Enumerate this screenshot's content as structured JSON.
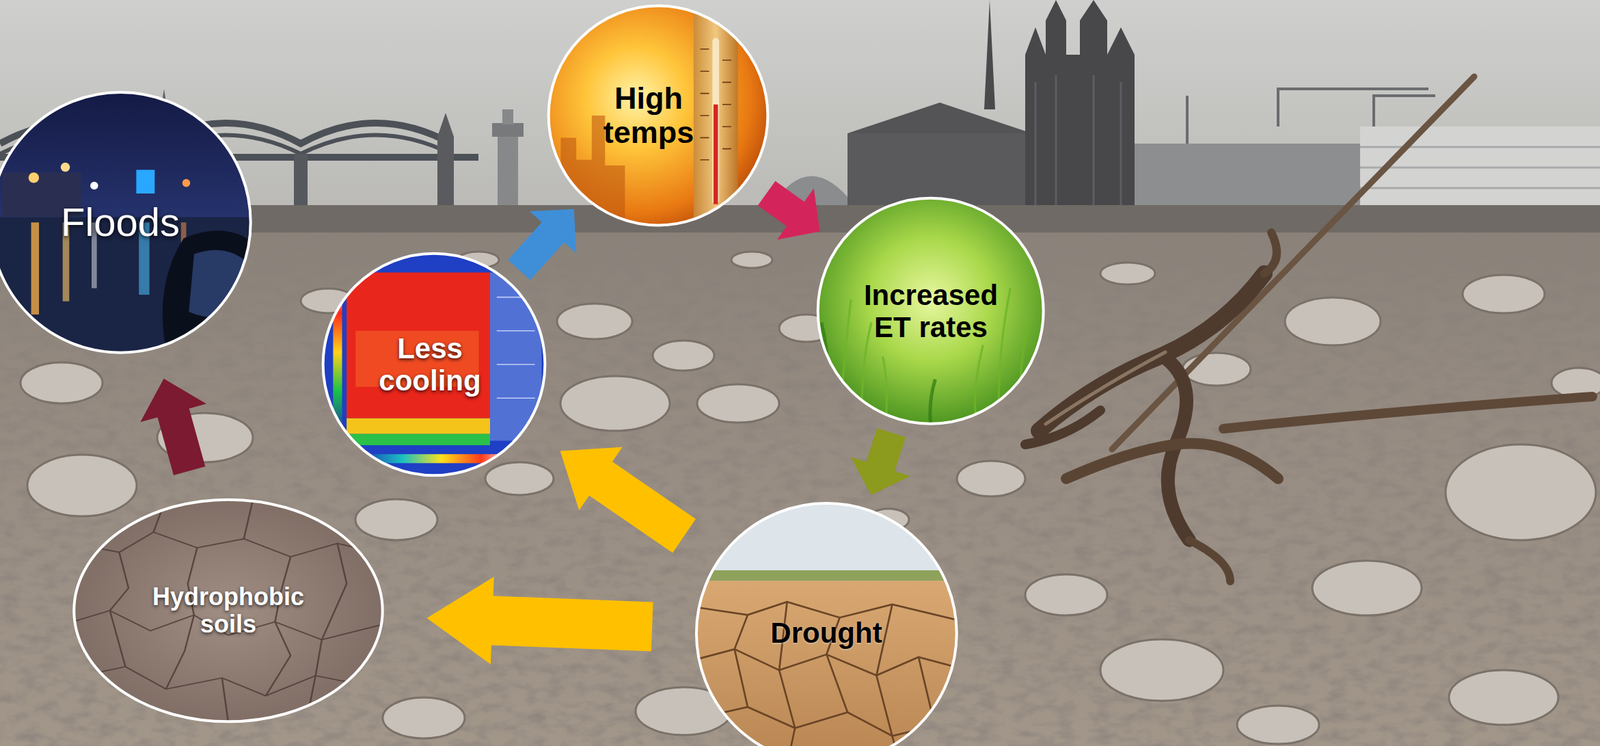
{
  "diagram": {
    "nodes": [
      {
        "text": [
          "Floods"
        ]
      },
      {
        "text": [
          "High temps"
        ]
      },
      {
        "text": [
          "Increased ET rates"
        ]
      },
      {
        "text": [
          "Less cooling"
        ]
      },
      {
        "text": [
          "Hydrophobic soils"
        ]
      },
      {
        "text": [
          "Drought"
        ]
      }
    ],
    "edges": [
      {
        "from": 3,
        "to": 1,
        "arrow": "to"
      },
      {
        "from": 1,
        "to": 2,
        "arrow": "to"
      },
      {
        "from": 2,
        "to": 5,
        "arrow": "to"
      },
      {
        "from": 5,
        "to": 3,
        "arrow": "to"
      },
      {
        "from": 5,
        "to": 4,
        "arrow": "to"
      },
      {
        "from": 4,
        "to": 0,
        "arrow": "to"
      }
    ]
  }
}
